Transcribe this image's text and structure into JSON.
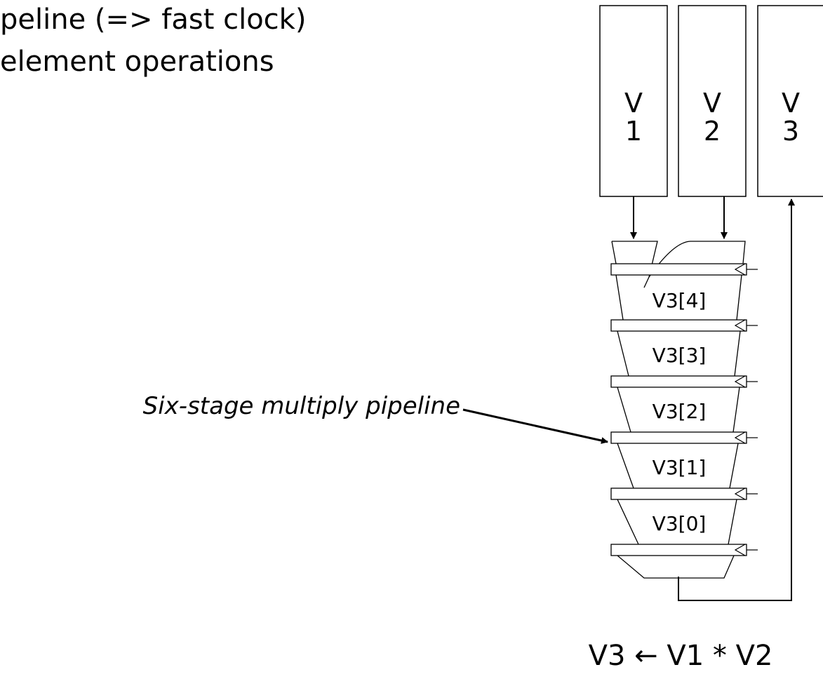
{
  "bullets": [
    "peline (=> fast clock)",
    "element operations"
  ],
  "registers": [
    {
      "line1": "V",
      "line2": "1"
    },
    {
      "line1": "V",
      "line2": "2"
    },
    {
      "line1": "V",
      "line2": "3"
    }
  ],
  "stages": [
    "V3[4]",
    "V3[3]",
    "V3[2]",
    "V3[1]",
    "V3[0]"
  ],
  "pipeline_label": "Six-stage multiply pipeline",
  "equation": "V3 ← V1 * V2"
}
